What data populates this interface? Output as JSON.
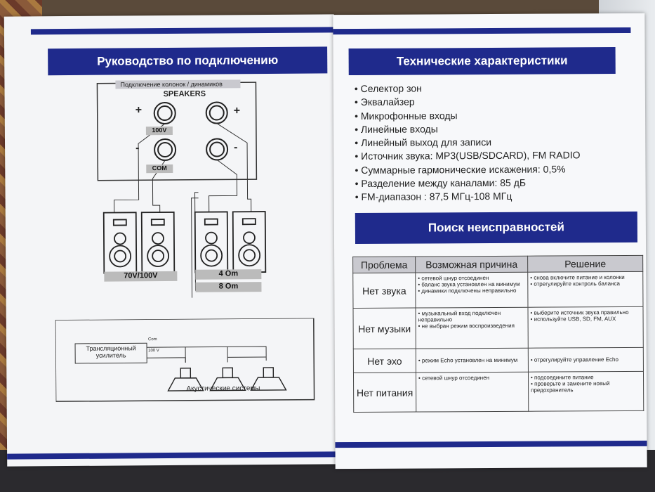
{
  "left": {
    "title": "Руководство по подключению",
    "connection_header": "Подключение колонок / динамиков",
    "speakers_label": "SPEAKERS",
    "plus_sign": "+",
    "minus_sign": "-",
    "tag_100v": "100V",
    "tag_com": "COM",
    "label_70_100": "70V/100V",
    "label_4om": "4 Om",
    "label_8om": "8 Om",
    "amp_label": "Трансляционный усилитель",
    "amp_com": "Com",
    "amp_100v": "100 V",
    "acoustic_label": "Акустические системы"
  },
  "right": {
    "specs_title": "Технические характеристики",
    "specs": [
      "Селектор зон",
      "Эквалайзер",
      "Микрофонные входы",
      "Линейные входы",
      "Линейный выход для записи",
      "Источник звука: MP3(USB/SDCARD), FM RADIO",
      "Суммарные гармонические искажения: 0,5%",
      "Разделение между каналами: 85 дБ",
      "FM-диапазон : 87,5 МГц-108 МГц"
    ],
    "trouble_title": "Поиск неисправностей",
    "table": {
      "headers": [
        "Проблема",
        "Возможная причина",
        "Решение"
      ],
      "rows": [
        {
          "problem": "Нет звука",
          "causes": [
            "сетевой шнур отсоединен",
            "баланс звука установлен на минимум",
            "динамики подключены неправильно"
          ],
          "solutions": [
            "снова включите питание и колонки",
            "отрегулируйте контроль баланса"
          ]
        },
        {
          "problem": "Нет музыки",
          "causes": [
            "музыкальный вход подключен неправильно",
            "не выбран режим воспроизведения"
          ],
          "solutions": [
            "выберите источник звука правильно",
            "используйте USB, SD, FM, AUX"
          ]
        },
        {
          "problem": "Нет эхо",
          "causes": [
            "режим Echo установлен на минимум"
          ],
          "solutions": [
            "отрегулируйте управление Echo"
          ]
        },
        {
          "problem": "Нет питания",
          "causes": [
            "сетевой шнур отсоединен"
          ],
          "solutions": [
            "подсоедините питание",
            "проверьте и замените новый предохранитель"
          ]
        }
      ]
    }
  },
  "colors": {
    "banner": "#1f2a8c",
    "header_row": "#c9c9cf"
  }
}
